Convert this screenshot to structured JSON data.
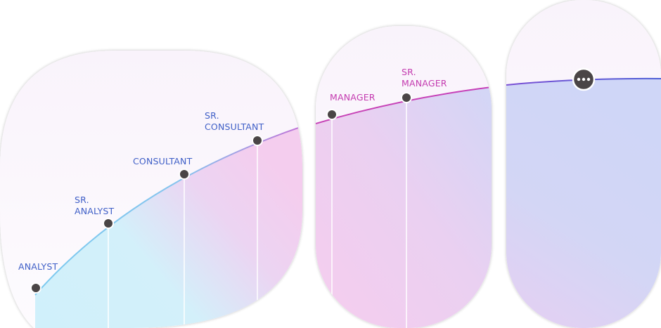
{
  "career_path": {
    "stages": [
      {
        "id": "analyst",
        "lines": [
          "ANALYST"
        ]
      },
      {
        "id": "sr-analyst",
        "lines": [
          "SR.",
          "ANALYST"
        ]
      },
      {
        "id": "consultant",
        "lines": [
          "CONSULTANT"
        ]
      },
      {
        "id": "sr-consultant",
        "lines": [
          "SR.",
          "CONSULTANT"
        ]
      },
      {
        "id": "manager",
        "lines": [
          "MANAGER"
        ]
      },
      {
        "id": "sr-manager",
        "lines": [
          "SR.",
          "MANAGER"
        ]
      }
    ],
    "more_marker": "•••",
    "colors": {
      "label_blue": "#3f5fc7",
      "label_magenta": "#c43bb0",
      "dot": "#4a4546",
      "curve_start": "#7cc8ee",
      "curve_mid": "#c35fd0",
      "curve_end": "#5a4fd6",
      "fill_cyan": "#cdeffa",
      "fill_pink": "#f3cdee",
      "fill_lavender": "#cdd5f6",
      "bubble_top": "#fbf6fd"
    }
  }
}
